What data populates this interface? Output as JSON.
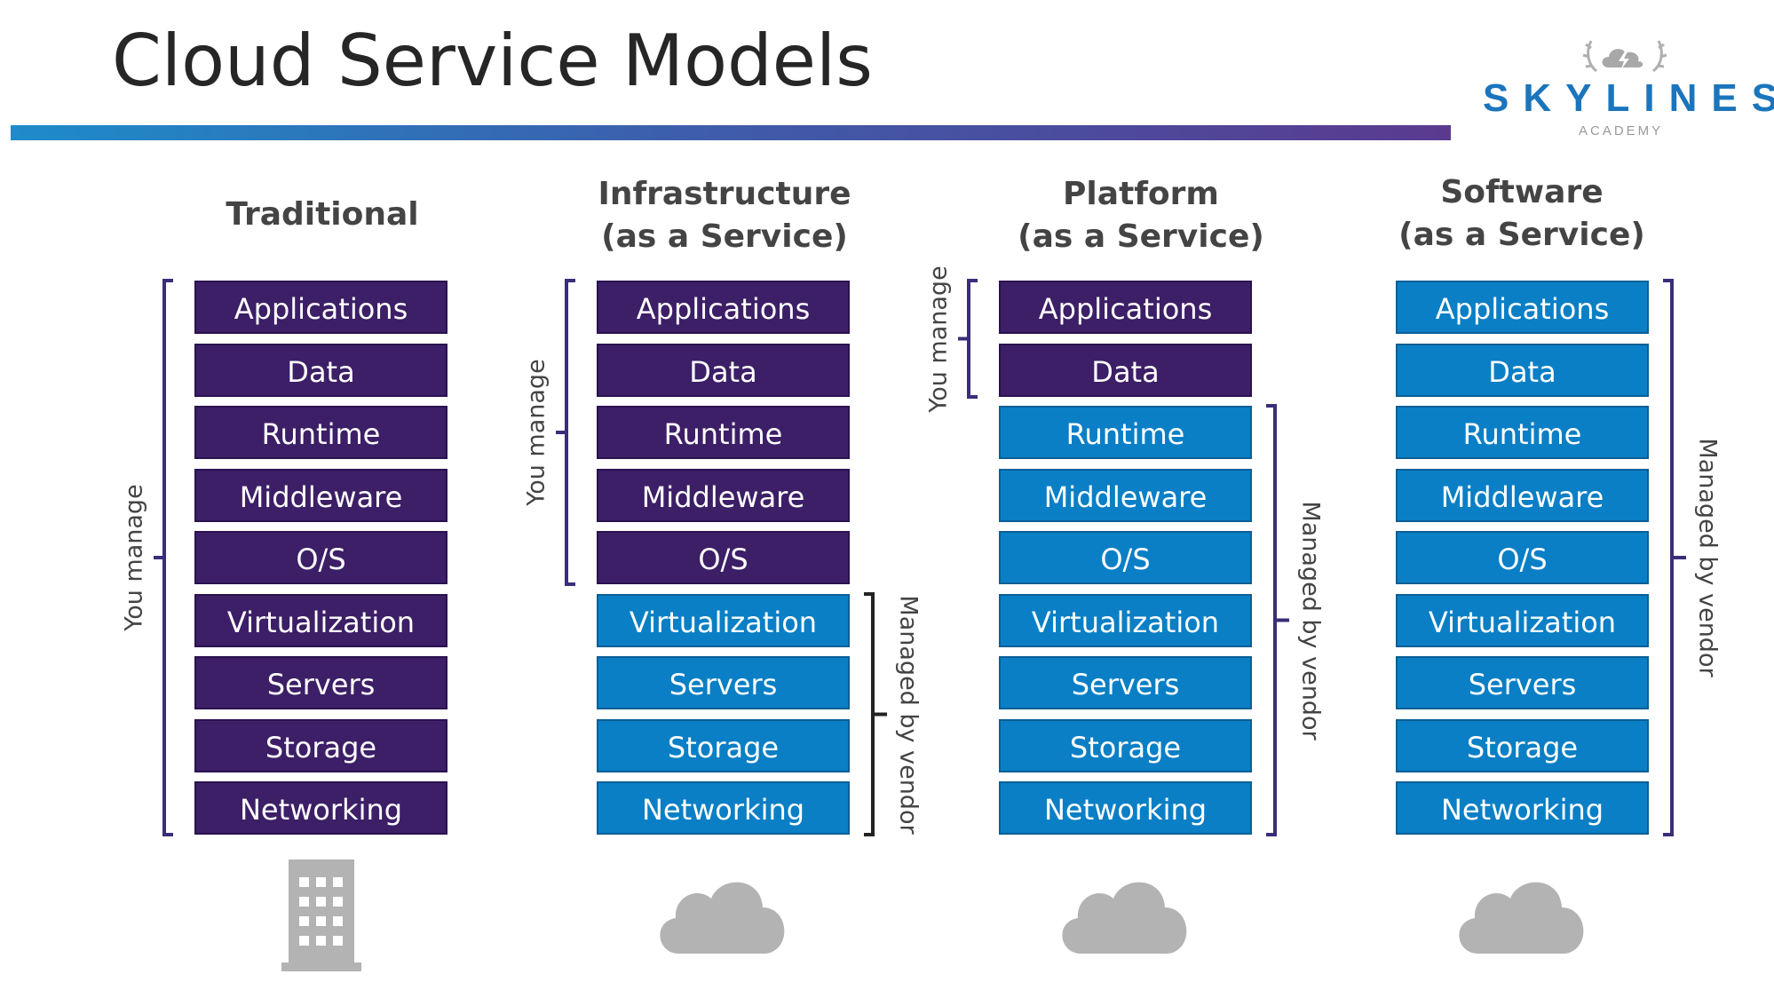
{
  "title": "Cloud Service Models",
  "logo": {
    "word": "SKYLINES",
    "sub": "ACADEMY",
    "mark_icon": "lightning-cloud-laurel-icon"
  },
  "colors": {
    "purple": "#3c1f66",
    "blue": "#0a7fc5",
    "icon_gray": "#b3b3b3",
    "text": "#444444"
  },
  "layers": [
    "Applications",
    "Data",
    "Runtime",
    "Middleware",
    "O/S",
    "Virtualization",
    "Servers",
    "Storage",
    "Networking"
  ],
  "columns": [
    {
      "title_line1": "Traditional",
      "title_line2": "",
      "you_manage_layers": 9,
      "brackets": [
        {
          "side": "left",
          "label": "You manage",
          "from": 0,
          "to": 8
        }
      ],
      "icon": "building-icon"
    },
    {
      "title_line1": "Infrastructure",
      "title_line2": "(as a Service)",
      "you_manage_layers": 5,
      "brackets": [
        {
          "side": "left",
          "label": "You manage",
          "from": 0,
          "to": 4
        },
        {
          "side": "right",
          "label": "Managed by vendor",
          "from": 5,
          "to": 8
        }
      ],
      "icon": "cloud-icon"
    },
    {
      "title_line1": "Platform",
      "title_line2": "(as a Service)",
      "you_manage_layers": 2,
      "brackets": [
        {
          "side": "left",
          "label": "You manage",
          "from": 0,
          "to": 1
        },
        {
          "side": "right",
          "label": "Managed by vendor",
          "from": 2,
          "to": 8
        }
      ],
      "icon": "cloud-icon"
    },
    {
      "title_line1": "Software",
      "title_line2": "(as a Service)",
      "you_manage_layers": 0,
      "brackets": [
        {
          "side": "right",
          "label": "Managed by vendor",
          "from": 0,
          "to": 8
        }
      ],
      "icon": "cloud-icon"
    }
  ]
}
